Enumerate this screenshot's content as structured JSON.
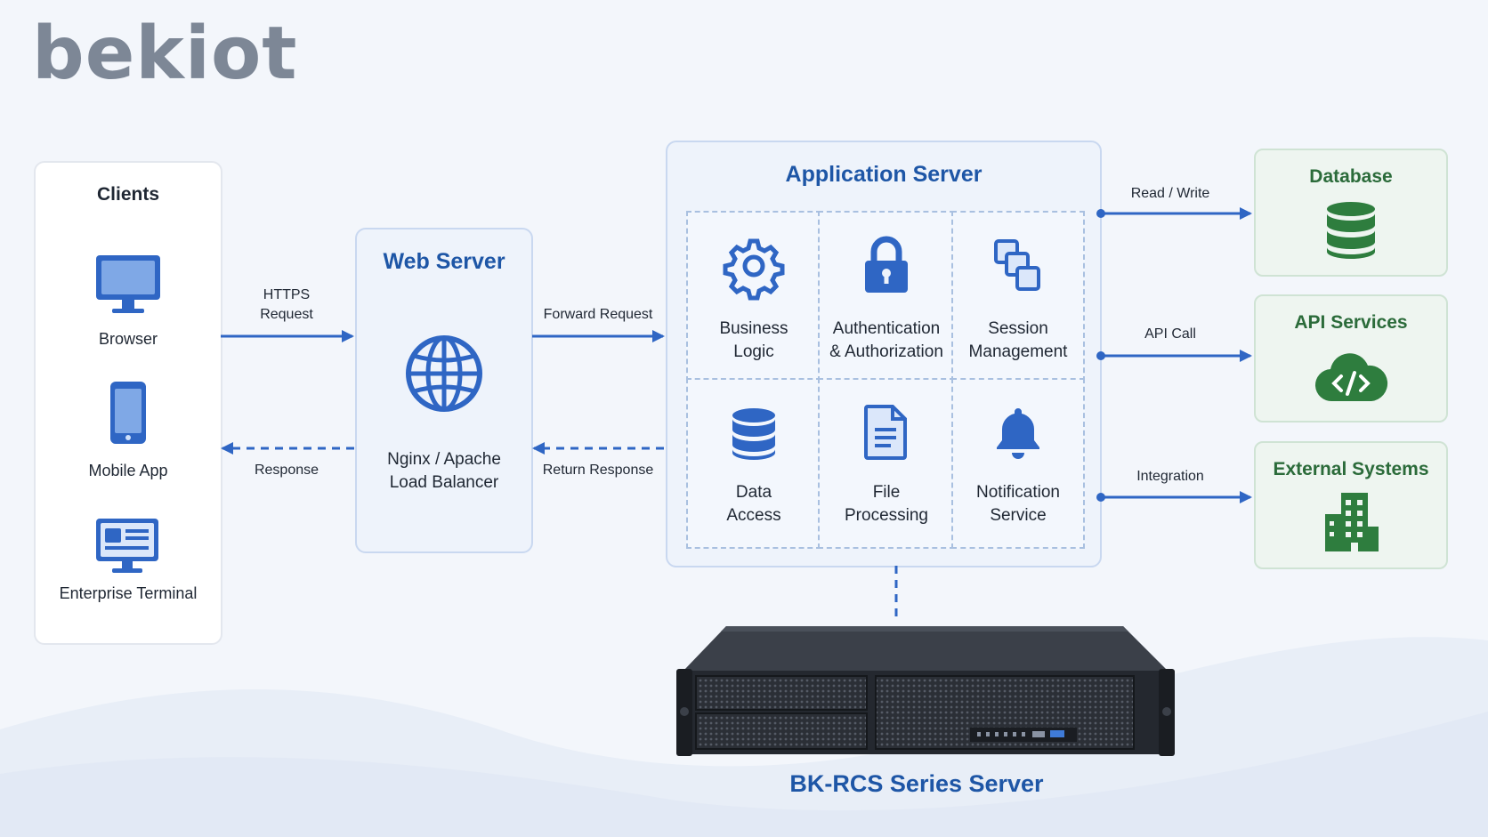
{
  "logo": {
    "text": "bekiot"
  },
  "clients": {
    "title": "Clients",
    "items": [
      {
        "label": "Browser",
        "icon": "monitor-icon"
      },
      {
        "label": "Mobile App",
        "icon": "smartphone-icon"
      },
      {
        "label": "Enterprise Terminal",
        "icon": "terminal-icon"
      }
    ]
  },
  "web_server": {
    "title": "Web Server",
    "subtitle_line1": "Nginx / Apache",
    "subtitle_line2": "Load Balancer",
    "icon": "globe-icon"
  },
  "app_server": {
    "title": "Application Server",
    "modules": [
      {
        "line1": "Business",
        "line2": "Logic",
        "icon": "gear-icon"
      },
      {
        "line1": "Authentication",
        "line2": "& Authorization",
        "icon": "lock-icon"
      },
      {
        "line1": "Session",
        "line2": "Management",
        "icon": "session-icon"
      },
      {
        "line1": "Data",
        "line2": "Access",
        "icon": "database-icon"
      },
      {
        "line1": "File",
        "line2": "Processing",
        "icon": "file-icon"
      },
      {
        "line1": "Notification",
        "line2": "Service",
        "icon": "bell-icon"
      }
    ]
  },
  "edges": {
    "https_line1": "HTTPS",
    "https_line2": "Request",
    "response": "Response",
    "forward": "Forward Request",
    "return_response": "Return Response",
    "read_write": "Read / Write",
    "api_call": "API Call",
    "integration": "Integration"
  },
  "backends": [
    {
      "title": "Database",
      "icon": "database-icon"
    },
    {
      "title": "API Services",
      "icon": "cloud-code-icon"
    },
    {
      "title": "External Systems",
      "icon": "building-icon"
    }
  ],
  "server": {
    "caption": "BK-RCS Series Server"
  },
  "colors": {
    "accent_blue": "#1e56a6",
    "arrow_blue": "#2f66c4",
    "green": "#2e7d3e",
    "panel_border": "#c9d8f0"
  }
}
